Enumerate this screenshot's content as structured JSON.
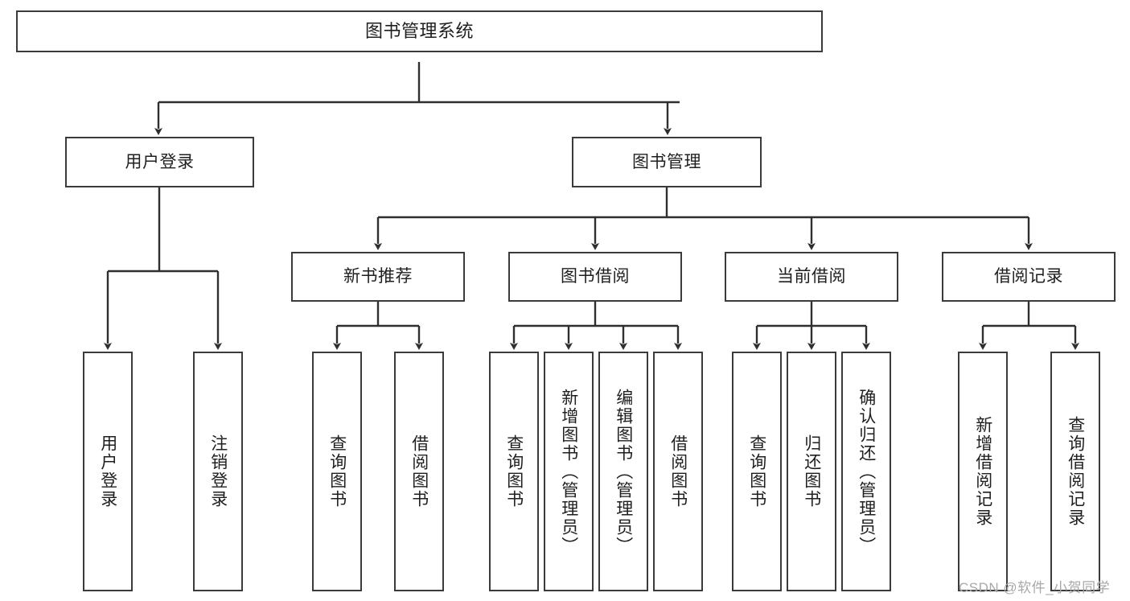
{
  "diagram": {
    "title": "图书管理系统",
    "type": "tree-hierarchy",
    "background_color": "#ffffff",
    "node_border_color": "#3b3b3b",
    "node_fill_color": "#ffffff",
    "connector_color": "#2f2f2f",
    "text_color": "#1f1f1f"
  },
  "root": {
    "label": "图书管理系统"
  },
  "level2": [
    {
      "label": "用户登录"
    },
    {
      "label": "图书管理"
    }
  ],
  "level3": [
    {
      "label": "新书推荐"
    },
    {
      "label": "图书借阅"
    },
    {
      "label": "当前借阅"
    },
    {
      "label": "借阅记录"
    }
  ],
  "leaves": {
    "user_login": [
      {
        "label": "用户登录"
      },
      {
        "label": "注销登录"
      }
    ],
    "new_book_recommend": [
      {
        "label": "查询图书"
      },
      {
        "label": "借阅图书"
      }
    ],
    "book_borrow": [
      {
        "label": "查询图书"
      },
      {
        "label": "新增图书（管理员）"
      },
      {
        "label": "编辑图书（管理员）"
      },
      {
        "label": "借阅图书"
      }
    ],
    "current_borrow": [
      {
        "label": "查询图书"
      },
      {
        "label": "归还图书"
      },
      {
        "label": "确认归还（管理员）"
      }
    ],
    "borrow_record": [
      {
        "label": "新增借阅记录"
      },
      {
        "label": "查询借阅记录"
      }
    ]
  },
  "watermark": {
    "text": "CSDN @软件_小贺同学"
  }
}
